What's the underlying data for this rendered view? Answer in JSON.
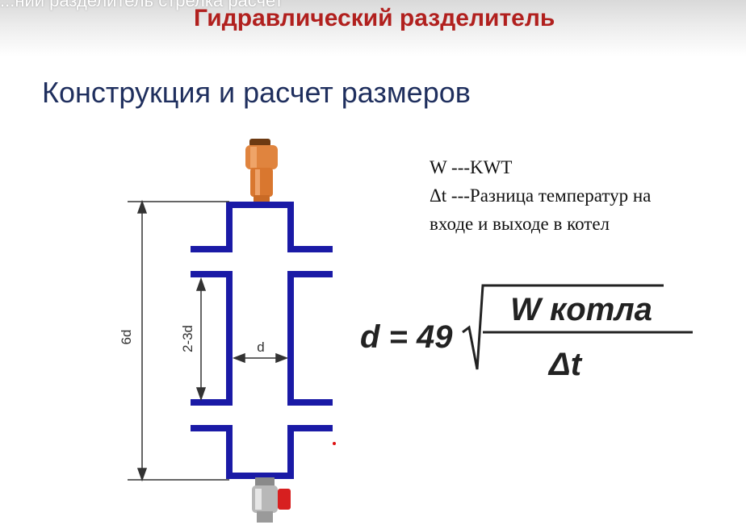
{
  "header": {
    "overlay_caption": "...ний разделитель стрелка расчет",
    "title": "Гидравлический разделитель"
  },
  "slide": {
    "subtitle": "Конструкция и расчет размеров"
  },
  "legend": {
    "line1": "W  ---KWT",
    "line2": "Δt  ---Разница температур на",
    "line3": "входе и выходе в котел"
  },
  "diagram": {
    "label_height": "6d",
    "label_gap": "2-3d",
    "label_width": "d",
    "pipe_color": "#1a1aa6"
  },
  "formula": {
    "lhs": "d = 49",
    "numerator": "W котла",
    "denominator": "Δt"
  }
}
